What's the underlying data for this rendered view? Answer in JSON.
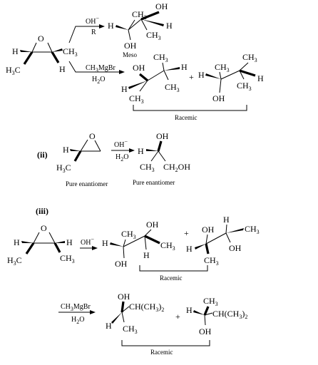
{
  "part_i": {
    "epoxide": {
      "O": "O",
      "H_left": "H",
      "H3C": "H",
      "H3C_sub": "3",
      "H3C_tail": "C",
      "CH3_head": "CH",
      "CH3_sub": "3",
      "H_right": "H"
    },
    "reagent_top": {
      "line1": "OH",
      "line1_sup": "−",
      "line2": "R"
    },
    "meso_product": {
      "OH_top": "OH",
      "CH3": "CH",
      "CH3_sub": "3",
      "H_left": "H",
      "H_right": "H",
      "OH_bottom": "OH",
      "CH3_right": "CH",
      "CH3_right_sub": "3",
      "label": "Meso"
    },
    "reagent_bottom": {
      "line1": "CH",
      "line1_sub": "3",
      "line1_tail": "MgBr",
      "line2": "H",
      "line2_sub": "2",
      "line2_tail": "O"
    },
    "product_a": {
      "OH": "OH",
      "CH3_top": "CH",
      "CH3_top_sub": "3",
      "H_right": "H",
      "H_left": "H",
      "CH3_bottom": "CH",
      "CH3_bottom_sub": "3",
      "CH3_right": "CH",
      "CH3_right_sub": "3"
    },
    "plus": "+",
    "product_b": {
      "H_left": "H",
      "CH3_top": "CH",
      "CH3_top_sub": "3",
      "OH": "OH",
      "CH3_far": "CH",
      "CH3_far_sub": "3",
      "H_right": "H",
      "CH3_right": "CH",
      "CH3_right_sub": "3"
    },
    "racemic": "Racemic"
  },
  "part_ii": {
    "label": "(ii)",
    "epoxide": {
      "O": "O",
      "H": "H",
      "H3C": "H",
      "H3C_sub": "3",
      "H3C_tail": "C"
    },
    "reagent": {
      "line1": "OH",
      "line1_sup": "−",
      "line2": "H",
      "line2_sub": "2",
      "line2_tail": "O"
    },
    "product": {
      "OH": "OH",
      "H": "H",
      "CH3": "CH",
      "CH3_sub": "3",
      "CH2OH": "CH",
      "CH2OH_sub": "2",
      "CH2OH_tail": "OH"
    },
    "caption_left": "Pure enantiomer",
    "caption_right": "Pure enantiomer"
  },
  "part_iii": {
    "label": "(iii)",
    "epoxide": {
      "O": "O",
      "H_left": "H",
      "H3C": "H",
      "H3C_sub": "3",
      "H3C_tail": "C",
      "H_right": "H",
      "CH3": "CH",
      "CH3_sub": "3"
    },
    "reagent1": {
      "line1": "OH",
      "line1_sup": "−"
    },
    "product1a": {
      "H_left": "H",
      "CH3_top": "CH",
      "CH3_top_sub": "3",
      "OH_top": "OH",
      "CH3_right": "CH",
      "CH3_right_sub": "3",
      "H": "H",
      "OH_bottom": "OH"
    },
    "plus1": "+",
    "product1b": {
      "OH": "OH",
      "H_top": "H",
      "CH3_right": "CH",
      "CH3_right_sub": "3",
      "H_left": "H",
      "CH3_bottom": "CH",
      "CH3_bottom_sub": "3",
      "OH_right": "OH"
    },
    "racemic1": "Racemic",
    "reagent2": {
      "line1": "CH",
      "line1_sub": "3",
      "line1_tail": "MgBr",
      "line2": "H",
      "line2_sub": "2",
      "line2_tail": "O"
    },
    "product2a": {
      "OH": "OH",
      "group": "CH(CH",
      "group_sub": "3",
      "group_tail": ")",
      "group_tail_sub": "2",
      "H": "H",
      "CH3": "CH",
      "CH3_sub": "3"
    },
    "plus2": "+",
    "product2b": {
      "H": "H",
      "CH3": "CH",
      "CH3_sub": "3",
      "group": "CH(CH",
      "group_sub": "3",
      "group_tail": ")",
      "group_tail_sub": "2",
      "OH": "OH"
    },
    "racemic2": "Racemic"
  }
}
